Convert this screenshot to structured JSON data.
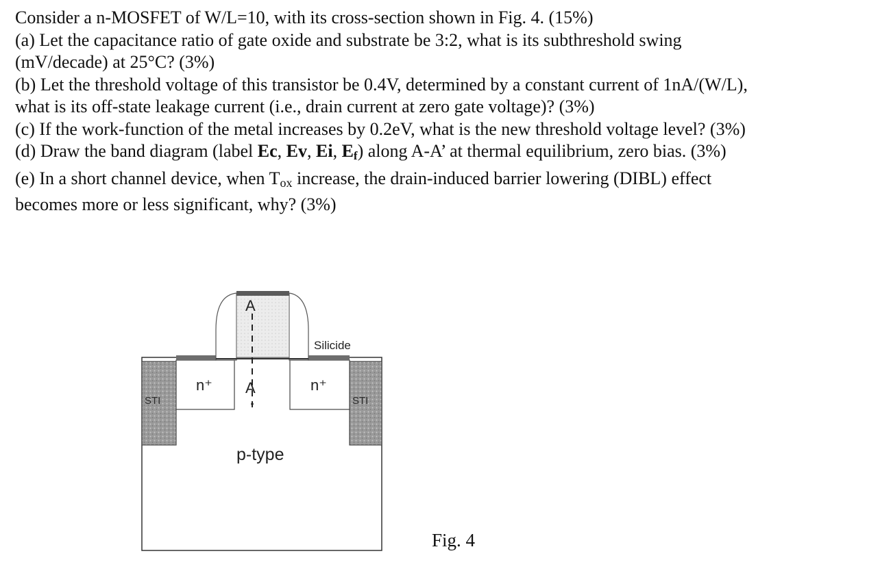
{
  "question": {
    "intro": "Consider a n-MOSFET of W/L=10, with its cross-section shown in Fig. 4. (15%)",
    "a": {
      "line1": "(a) Let the capacitance ratio of gate oxide and substrate be 3:2, what is its subthreshold swing",
      "line2": "(mV/decade) at 25°C? (3%)"
    },
    "b": {
      "line1": "(b) Let the threshold voltage of this transistor be 0.4V, determined by a constant current of 1nA/(W/L),",
      "line2": "what is its off-state leakage current (i.e., drain current at zero gate voltage)? (3%)"
    },
    "c": "(c) If the work-function of the metal increases by 0.2eV, what is the new threshold voltage level? (3%)",
    "d": {
      "pre": "(d) Draw the band diagram (label ",
      "ec": "Ec",
      "sep1": ", ",
      "ev": "Ev",
      "sep2": ", ",
      "ei": "Ei",
      "sep3": ", ",
      "ef_main": "E",
      "ef_sub": "f",
      "post": ") along A-A’ at thermal equilibrium, zero bias. (3%)"
    },
    "e": {
      "pre": "(e) In a short channel device, when T",
      "sub": "ox",
      "post": " increase, the drain-induced barrier lowering (DIBL) effect",
      "line2": "becomes more or less significant, why? (3%)"
    }
  },
  "figure": {
    "label_a_top": "A",
    "label_a_bottom": "A",
    "silicide": "Silicide",
    "source": "n⁺",
    "drain": "n⁺",
    "sti_left": "STI",
    "sti_right": "STI",
    "substrate": "p-type",
    "caption": "Fig. 4"
  }
}
